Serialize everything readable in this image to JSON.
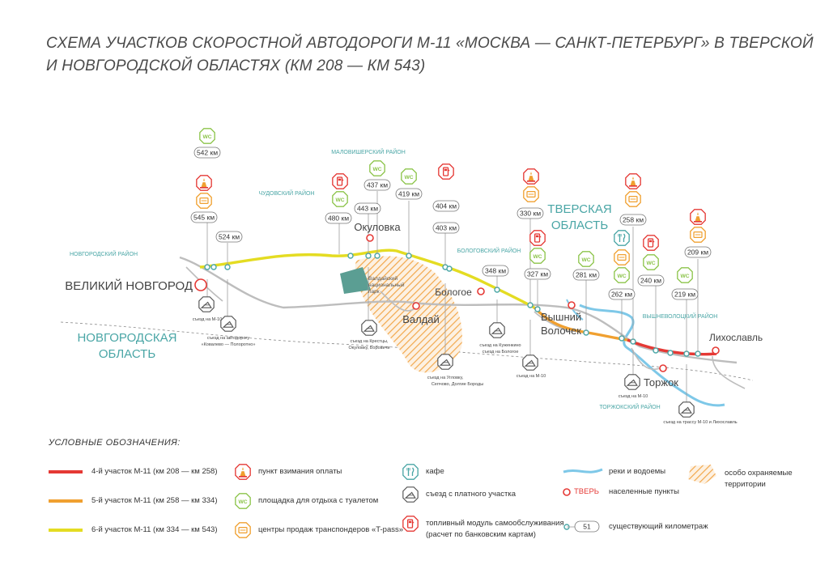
{
  "title": {
    "line1": "СХЕМА УЧАСТКОВ СКОРОСТНОЙ АВТОДОРОГИ М-11 «МОСКВА — САНКТ-ПЕТЕРБУРГ» В ТВЕРСКОЙ",
    "line2": "И НОВГОРОДСКОЙ ОБЛАСТЯХ (КМ 208 — КМ 543)"
  },
  "colors": {
    "section4": "#e53935",
    "section5": "#f0a030",
    "section6": "#e4dc22",
    "teal": "#4aa6a6",
    "green": "#8cc44a",
    "water": "#7ec8e8",
    "road": "#bdbdbd",
    "hatch": "#f2a84c"
  },
  "regions": {
    "novgorod_oblast_line1": "НОВГОРОДСКАЯ",
    "novgorod_oblast_line2": "ОБЛАСТЬ",
    "tver_oblast_line1": "ТВЕРСКАЯ",
    "tver_oblast_line2": "ОБЛАСТЬ",
    "novgorodsky_rayon": "НОВГОРОДСКИЙ РАЙОН",
    "chudovsky_rayon": "ЧУДОВСКИЙ РАЙОН",
    "malovishersky_rayon": "МАЛОВИШЕРСКИЙ РАЙОН",
    "bologovsky_rayon": "БОЛОГОВСКИЙ РАЙОН",
    "vyshnevolotsky_rayon": "ВЫШНЕВОЛОЦКИЙ РАЙОН",
    "torzhoksky_rayon": "ТОРЖОКСКИЙ РАЙОН"
  },
  "cities": {
    "velikiy_novgorod": "ВЕЛИКИЙ НОВГОРОД",
    "okulovka": "Окуловка",
    "valday": "Валдай",
    "bologoe": "Бологое",
    "vyshniy_volochek_1": "Вышний",
    "vyshniy_volochek_2": "Волочек",
    "likhoslavl": "Лихославль",
    "torzhok": "Торжок"
  },
  "park": {
    "line1": "Валдайский",
    "line2": "национальный",
    "line3": "парк"
  },
  "km": {
    "k542": "542 км",
    "k545": "545 км",
    "k524": "524 км",
    "k480": "480 км",
    "k443": "443 км",
    "k437": "437 км",
    "k419": "419 км",
    "k404": "404 км",
    "k403": "403 км",
    "k348": "348 км",
    "k330": "330 км",
    "k327": "327 км",
    "k281": "281 км",
    "k262": "262 км",
    "k258": "258 км",
    "k240": "240 км",
    "k219": "219 км",
    "k209": "209 км"
  },
  "exits": {
    "m10_novgorod": "съезд на М-10",
    "kovalevo_1": "съезд на автодорогу",
    "kovalevo_2": "«Ковалево — Полоротно»",
    "krestcy_1": "съезд на Крестцы,",
    "krestcy_2": "Окуловку, Боровичи",
    "uglovka_1": "съезд на Угловку,",
    "uglovka_2": "Сепчово, Долгие Бороды",
    "kuzhenkino_1": "съезд на Куженкино",
    "kuzhenkino_2": "съезд на Бологое",
    "m10_volochek": "съезд на М-10",
    "m10_torzhok": "съезд на М-10",
    "m10_likhoslavl": "съезд на трассу М-10 и Лихославль"
  },
  "icons": {
    "wc": "WC"
  },
  "legend": {
    "heading": "УСЛОВНЫЕ ОБОЗНАЧЕНИЯ:",
    "section4": "4-й участок М-11 (км 208 — км 258)",
    "section5": "5-й участок М-11 (км 258 — км 334)",
    "section6": "6-й участок М-11 (км 334 — км 543)",
    "toll": "пункт взимания оплаты",
    "rest": "площадка для отдыха с туалетом",
    "tpass": "центры продаж транспондеров «T-pass»",
    "cafe": "кафе",
    "exit": "съезд с платного участка",
    "fuel_1": "топливный модуль самообслуживания",
    "fuel_2": "(расчет по банковским картам)",
    "rivers": "реки и водоемы",
    "settlements": "населенные пункты",
    "tver_example": "ТВЕРЬ",
    "km_existing": "существующий километраж",
    "km_example": "51",
    "protected_1": "особо охраняемые",
    "protected_2": "территории"
  }
}
